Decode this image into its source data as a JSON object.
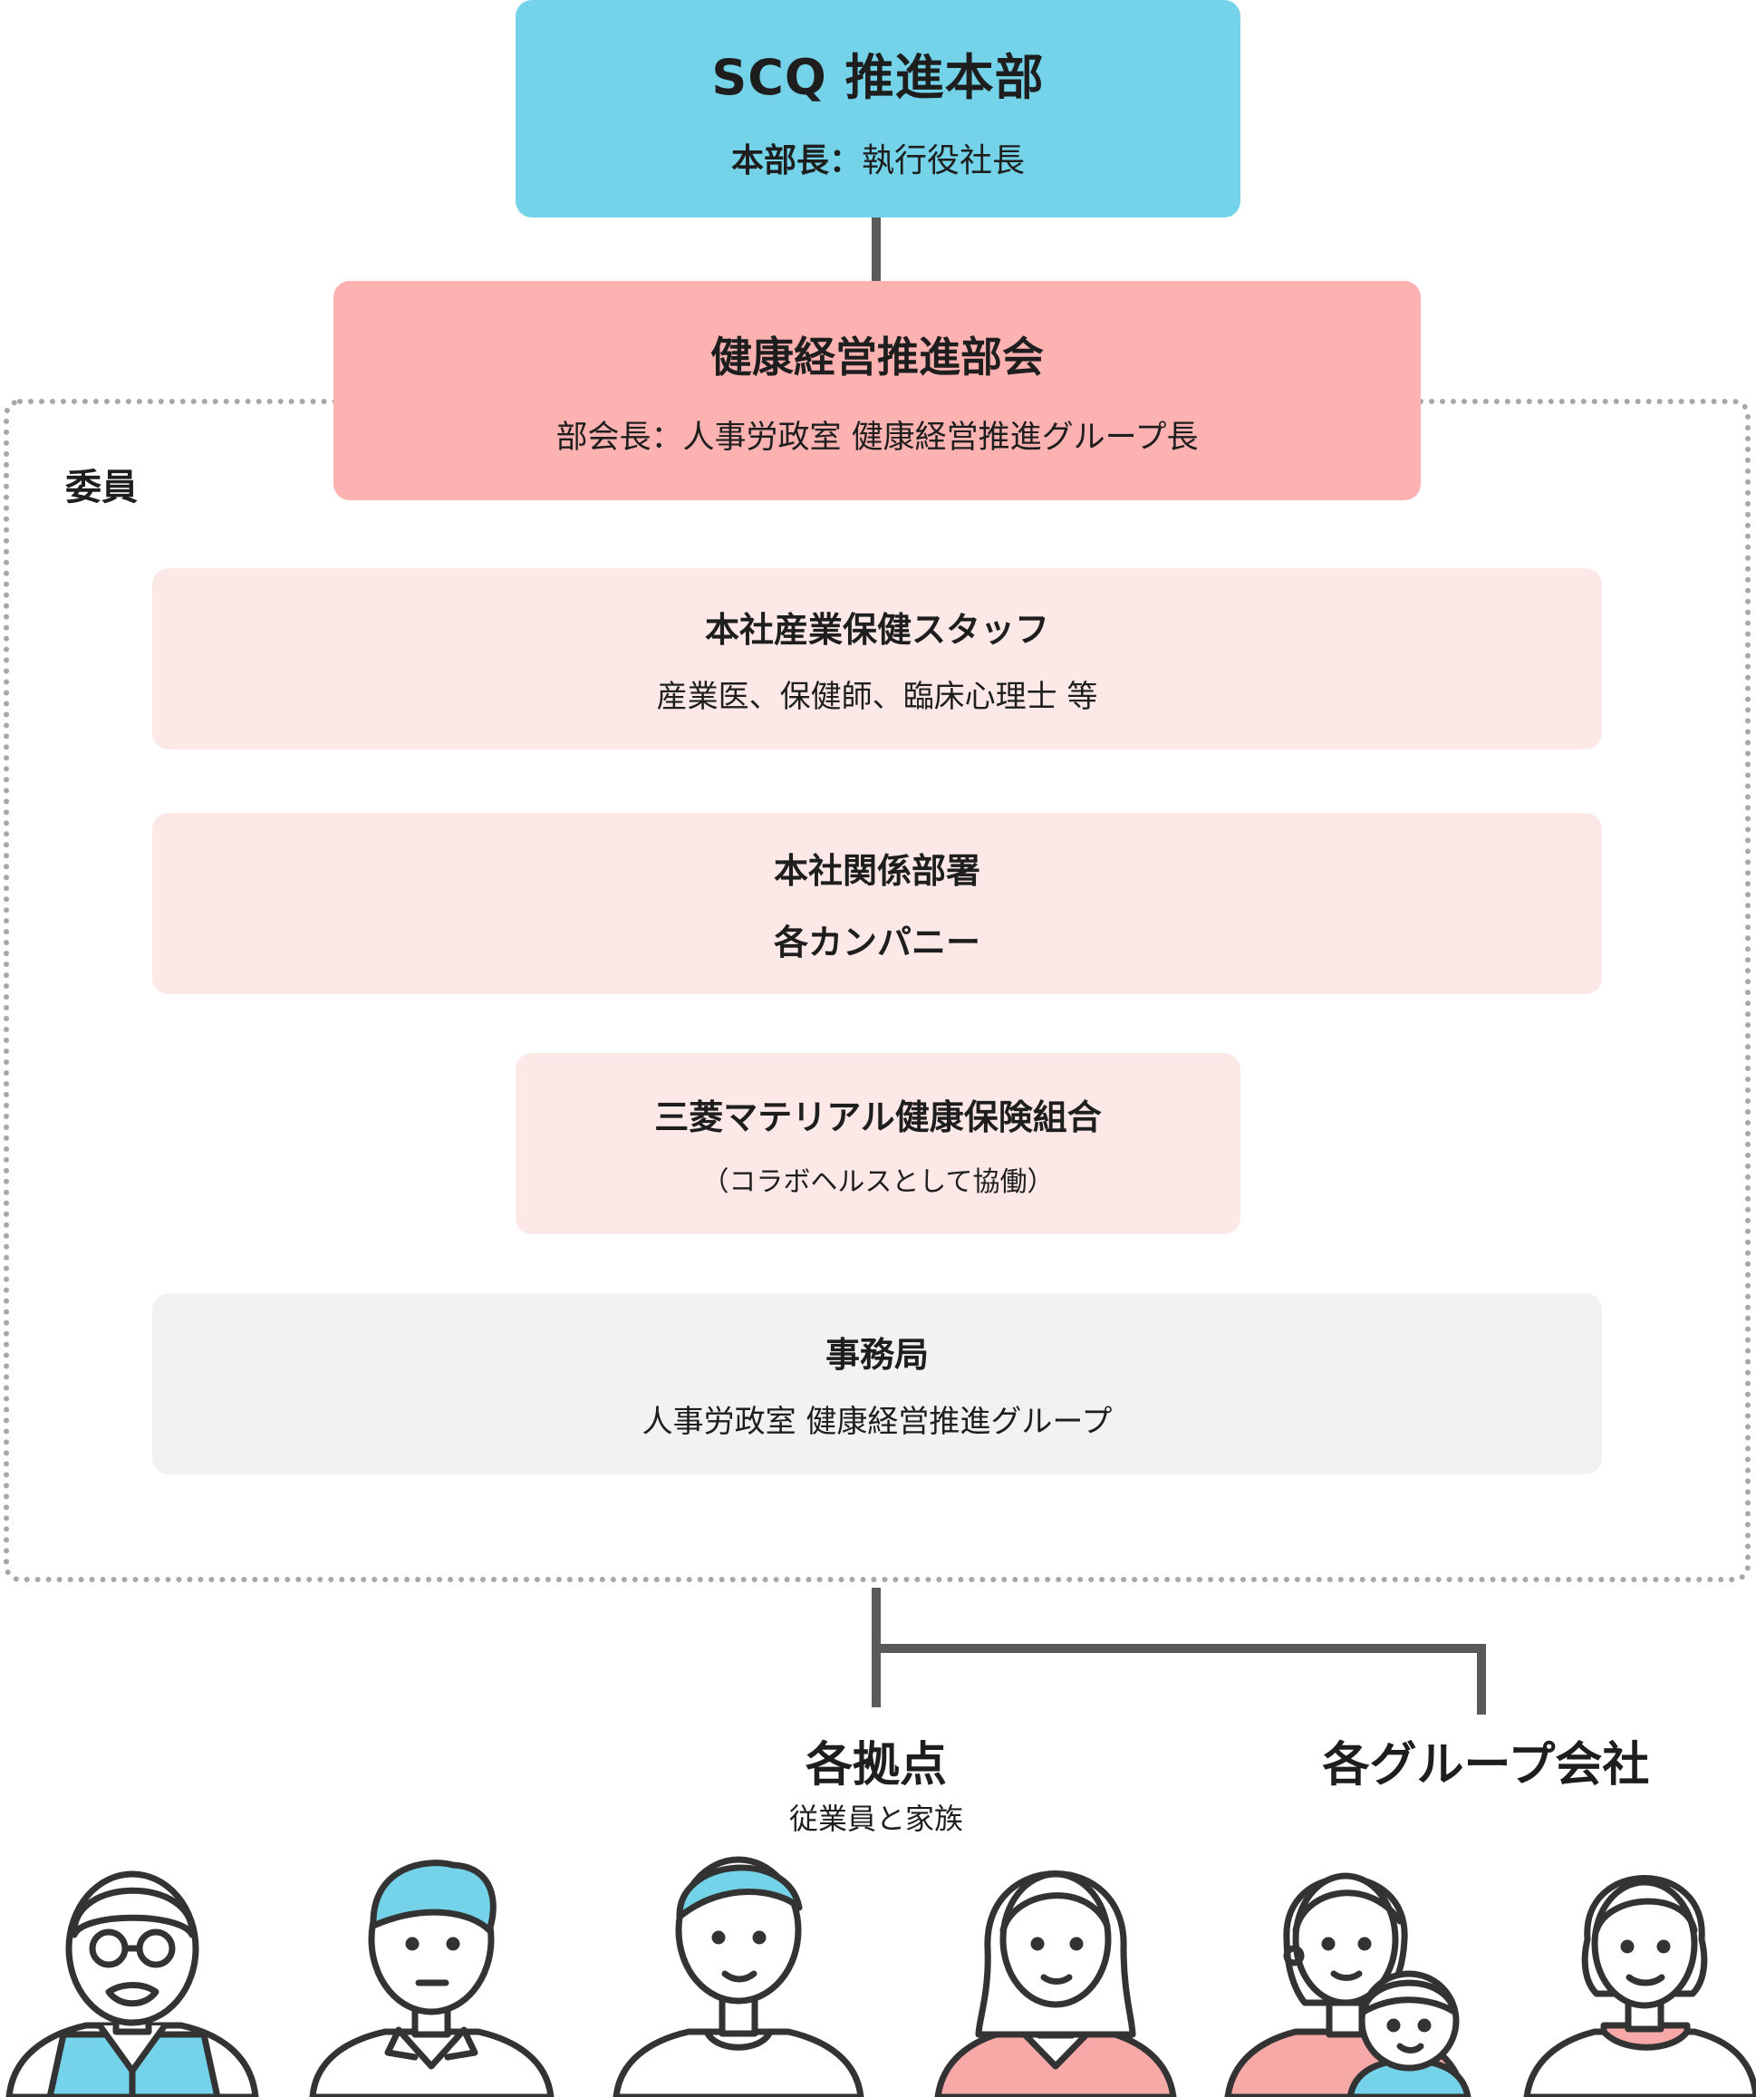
{
  "hq": {
    "title": "SCQ 推進本部",
    "head_label": "本部長",
    "separator": "：",
    "head_value": "執行役社長",
    "color": "#74d3e8"
  },
  "committee": {
    "title": "健康経営推進部会",
    "subtitle": "部会長：人事労政室 健康経営推進グループ長",
    "color": "#fdb2b2"
  },
  "members_label": "委員",
  "members": [
    {
      "title": "本社産業保健スタッフ",
      "subtitle": "産業医、保健師、臨床心理士 等"
    },
    {
      "title": "本社関係部署",
      "subtitle": "各カンパニー"
    },
    {
      "title": "三菱マテリアル健康保険組合",
      "subtitle": "（コラボヘルスとして協働）"
    },
    {
      "title": "事務局",
      "subtitle": "人事労政室 健康経営推進グループ"
    }
  ],
  "branches": {
    "left_title": "各拠点",
    "left_subtitle": "従業員と家族",
    "right_title": "各グループ会社"
  },
  "colors": {
    "member_bg": "#fde8e8",
    "office_bg": "#f2f2f2",
    "line": "#5a5a5a",
    "frame": "#a7a7a7",
    "people_outline": "#333333",
    "people_blue": "#74d3e8",
    "people_pink": "#f7a9a8"
  }
}
